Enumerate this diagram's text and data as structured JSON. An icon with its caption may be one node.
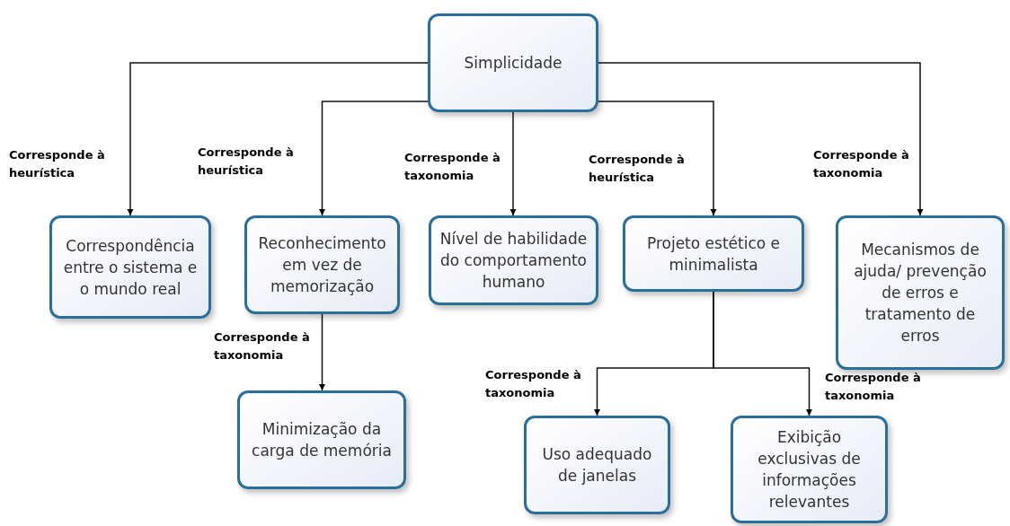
{
  "diagram": {
    "nodes": [
      {
        "text": [
          "Simplicidade"
        ]
      },
      {
        "text": [
          "Correspondência entre o sistema e o mundo real"
        ]
      },
      {
        "text": [
          "Reconhecimento em vez de memorização"
        ]
      },
      {
        "text": [
          "Nível de habilidade do comportamento humano"
        ]
      },
      {
        "text": [
          "Projeto estético e minimalista"
        ]
      },
      {
        "text": [
          "Mecanismos de ajuda/ prevenção de erros e tratamento de erros"
        ]
      },
      {
        "text": [
          "Minimização da carga de memória"
        ]
      },
      {
        "text": [
          "Uso adequado de janelas"
        ]
      },
      {
        "text": [
          "Exibição exclusivas de informações relevantes"
        ]
      }
    ],
    "edges": [
      {
        "from": 0,
        "to": 1,
        "arrow": "to",
        "label": "Corresponde à heurística"
      },
      {
        "from": 0,
        "to": 2,
        "arrow": "to",
        "label": "Corresponde à heurística"
      },
      {
        "from": 0,
        "to": 3,
        "arrow": "to",
        "label": "Corresponde à taxonomia"
      },
      {
        "from": 0,
        "to": 4,
        "arrow": "to",
        "label": "Corresponde à heurística"
      },
      {
        "from": 0,
        "to": 5,
        "arrow": "to",
        "label": "Corresponde à taxonomia"
      },
      {
        "from": 2,
        "to": 6,
        "arrow": "to",
        "label": "Corresponde à taxonomia"
      },
      {
        "from": 4,
        "to": 7,
        "arrow": "to",
        "label": "Corresponde à taxonomia"
      },
      {
        "from": 4,
        "to": 8,
        "arrow": "to",
        "label": "Corresponde à taxonomia"
      }
    ]
  }
}
